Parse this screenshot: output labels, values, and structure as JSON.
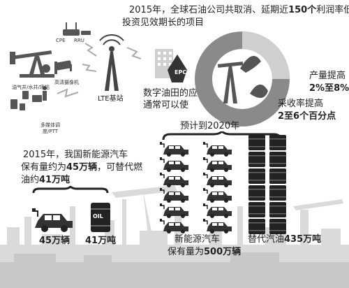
{
  "top_note": {
    "l1_a": "2015年，全球石油公司共取消、延期近",
    "l1_b": "150个",
    "l1_c": "利润率低、",
    "l2": "投资见效期长的项目"
  },
  "network": {
    "cpe_label": "CPE",
    "rru_label": "RRU",
    "pumpjack_label": "油气井/水井/场站",
    "camera_label": "高清摄像机",
    "terminal_label": "多媒体调度/PTT",
    "lte_label": "LTE基站",
    "epc_label": "EPC",
    "app_l1": "数字油田的应用",
    "app_l2": "通常可以使"
  },
  "right_note": {
    "output_l1": "产量提高",
    "output_l2": "2%至8%",
    "recovery_l1": "采收率提高",
    "recovery_l2": "2至6个百分点"
  },
  "left_note": {
    "l1": "2015年，我国新能源汽车",
    "l2_a": "保有量约为",
    "l2_b": "45万辆",
    "l2_c": "，可替代燃",
    "l3_a": "油约",
    "l3_b": "41万吨"
  },
  "labels_2015": {
    "cars": "45万辆",
    "oil": "41万吨",
    "barrel_text": "OIL"
  },
  "forecast": {
    "title": "预计到2020年",
    "cars_l1": "新能源汽车",
    "cars_l2_a": "保有量为",
    "cars_l2_b": "500万辆",
    "oil_a": "替代汽油",
    "oil_b": "435万吨"
  },
  "colors": {
    "ring_dark": "#8a8a8a",
    "ring_light": "#cfcfcf",
    "silhouette": "#d9d9d9",
    "ink": "#222222"
  }
}
